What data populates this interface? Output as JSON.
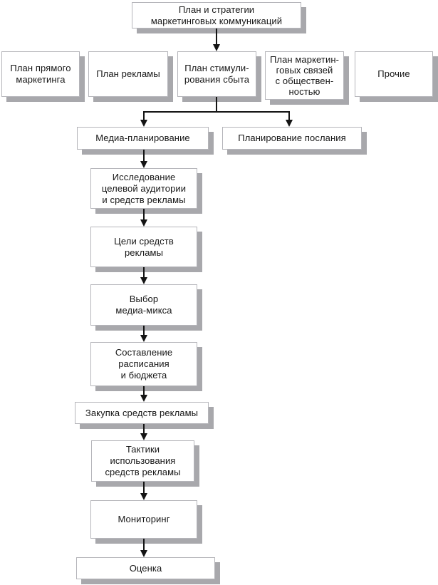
{
  "colors": {
    "box_background": "#ffffff",
    "box_border": "#b5b5ba",
    "box_shadow": "#a8a8ac",
    "arrow": "#141414",
    "text": "#161616"
  },
  "diagram": {
    "root": {
      "label": "План и стратегии\nмаркетинговых коммуникаций"
    },
    "plans": [
      {
        "label": "План прямого\nмаркетинга"
      },
      {
        "label": "План рекламы"
      },
      {
        "label": "План стимули-\nрования сбыта"
      },
      {
        "label": "План маркетин-\nговых связей\nс обществен-\nностью"
      },
      {
        "label": "Прочие"
      }
    ],
    "branches": [
      {
        "label": "Медиа-планирование"
      },
      {
        "label": "Планирование послания"
      }
    ],
    "media_chain": [
      {
        "label": "Исследование\nцелевой аудитории\nи средств рекламы"
      },
      {
        "label": "Цели средств\nрекламы"
      },
      {
        "label": "Выбор\nмедиа-микса"
      },
      {
        "label": "Составление\nрасписания\nи бюджета"
      },
      {
        "label": "Закупка средств рекламы"
      },
      {
        "label": "Тактики\nиспользования\nсредств рекламы"
      },
      {
        "label": "Мониторинг"
      },
      {
        "label": "Оценка"
      }
    ]
  }
}
